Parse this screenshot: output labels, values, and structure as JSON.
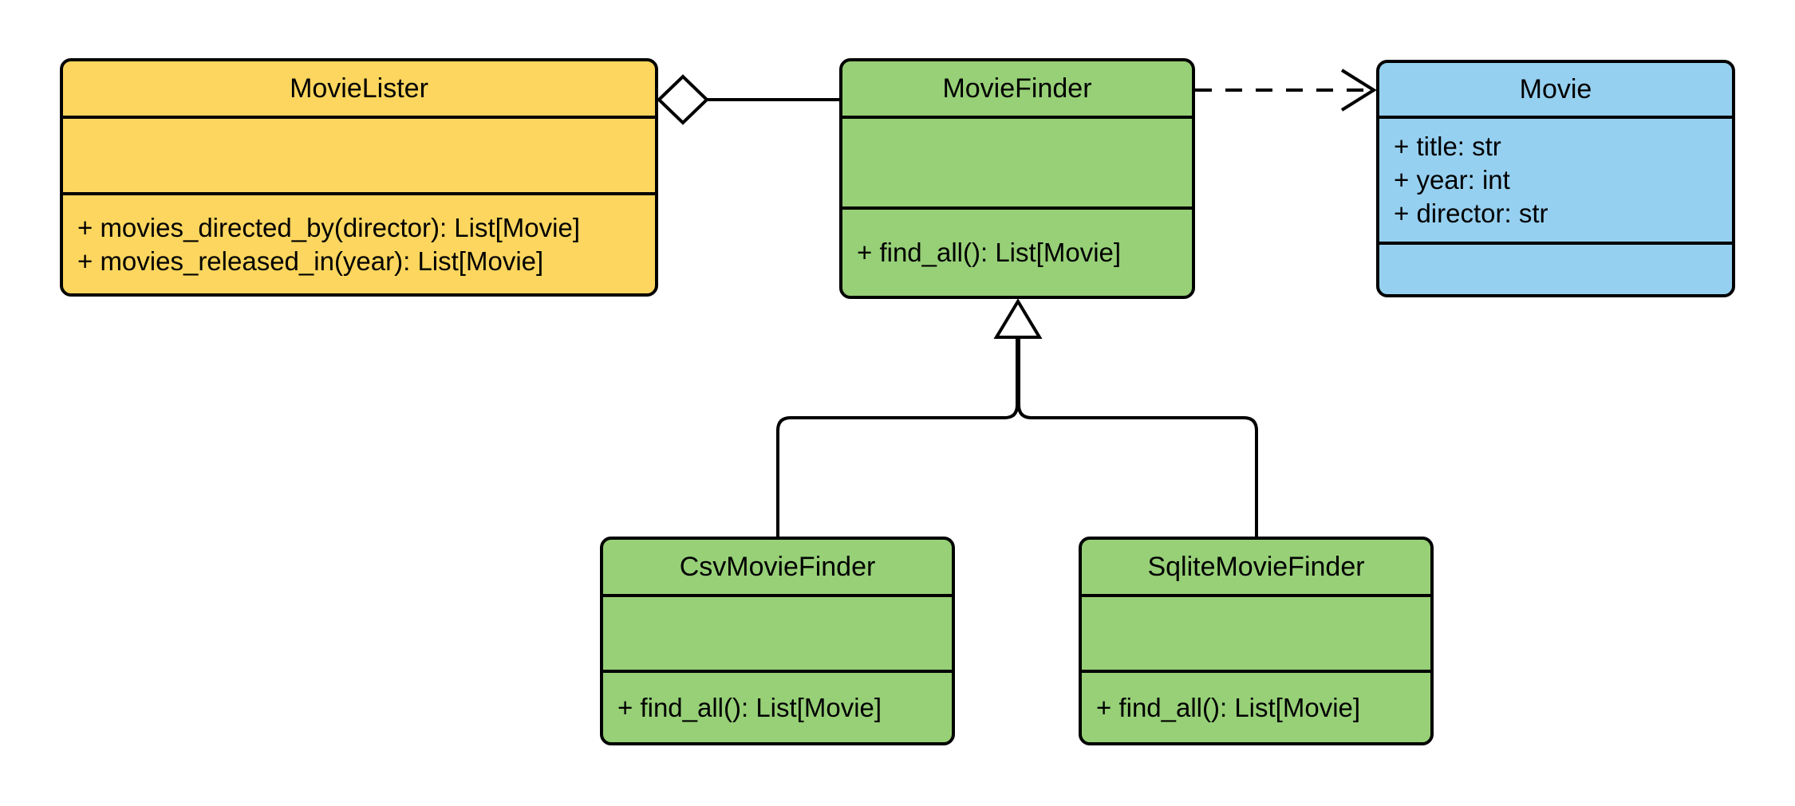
{
  "diagram": {
    "background": "#FFFFFF",
    "classes": [
      {
        "name": "MovieLister",
        "fill": "#FCD65E",
        "attributes": [],
        "methods": [
          "+ movies_directed_by(director): List[Movie]",
          "+ movies_released_in(year): List[Movie]"
        ]
      },
      {
        "name": "MovieFinder",
        "fill": "#97D077",
        "attributes": [],
        "methods": [
          "+ find_all(): List[Movie]"
        ]
      },
      {
        "name": "Movie",
        "fill": "#96D0F0",
        "attributes": [
          "+ title: str",
          "+ year: int",
          "+ director: str"
        ],
        "methods": []
      },
      {
        "name": "CsvMovieFinder",
        "fill": "#97D077",
        "attributes": [],
        "methods": [
          "+ find_all(): List[Movie]"
        ]
      },
      {
        "name": "SqliteMovieFinder",
        "fill": "#97D077",
        "attributes": [],
        "methods": [
          "+ find_all(): List[Movie]"
        ]
      }
    ],
    "relationships": [
      {
        "type": "aggregation",
        "from": "MovieLister",
        "to": "MovieFinder"
      },
      {
        "type": "dependency",
        "from": "MovieFinder",
        "to": "Movie"
      },
      {
        "type": "generalization",
        "from": "CsvMovieFinder",
        "to": "MovieFinder"
      },
      {
        "type": "generalization",
        "from": "SqliteMovieFinder",
        "to": "MovieFinder"
      }
    ],
    "colors": {
      "stroke": "#000000",
      "yellow": "#FCD65E",
      "green": "#97D077",
      "blue": "#96D0F0"
    }
  }
}
